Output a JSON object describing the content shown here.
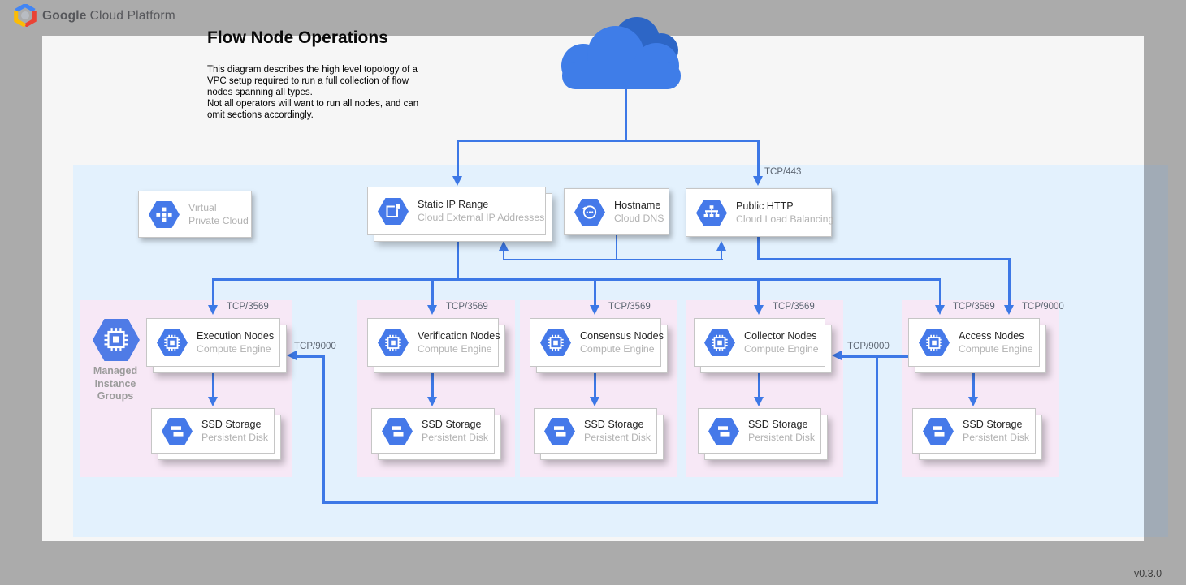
{
  "brand": {
    "bold": "Google",
    "rest": "Cloud Platform"
  },
  "title": "Flow Node Operations",
  "description": [
    "This diagram describes the high level topology of a",
    "VPC setup required to run a full collection of flow",
    "nodes spanning all types.",
    "Not all operators will want to run all nodes, and can",
    "omit sections accordingly."
  ],
  "version": "v0.3.0",
  "ports": {
    "https": "TCP/443",
    "flow": "TCP/3569",
    "access": "TCP/9000"
  },
  "cards": {
    "vpc": {
      "line1": "Virtual",
      "line2": "Private Cloud"
    },
    "static_ip": {
      "title": "Static IP Range",
      "subtitle": "Cloud External IP Addresses"
    },
    "hostname": {
      "title": "Hostname",
      "subtitle": "Cloud DNS"
    },
    "public_http": {
      "title": "Public HTTP",
      "subtitle": "Cloud Load Balancing"
    }
  },
  "mig": [
    "Managed",
    "Instance",
    "Groups"
  ],
  "groups": [
    {
      "node": "Execution Nodes",
      "engine": "Compute Engine",
      "storage": "SSD Storage",
      "disk": "Persistent Disk"
    },
    {
      "node": "Verification Nodes",
      "engine": "Compute Engine",
      "storage": "SSD Storage",
      "disk": "Persistent Disk"
    },
    {
      "node": "Consensus Nodes",
      "engine": "Compute Engine",
      "storage": "SSD Storage",
      "disk": "Persistent Disk"
    },
    {
      "node": "Collector Nodes",
      "engine": "Compute Engine",
      "storage": "SSD Storage",
      "disk": "Persistent Disk"
    },
    {
      "node": "Access Nodes",
      "engine": "Compute Engine",
      "storage": "SSD Storage",
      "disk": "Persistent Disk"
    }
  ],
  "colors": {
    "line_blue": "#3d78e6",
    "hex_blue": "#4579e9",
    "vpc_bg": "#e3f1fd",
    "group_bg": "#f7e8f6"
  }
}
